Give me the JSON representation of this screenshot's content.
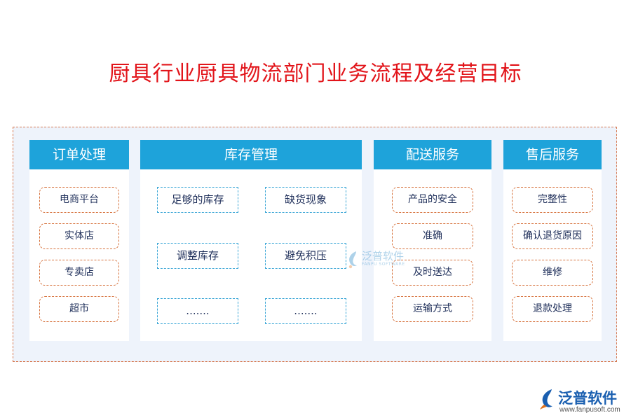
{
  "title": "厨具行业厨具物流部门业务流程及经营目标",
  "panels": [
    {
      "header": "订单处理",
      "items": [
        "电商平台",
        "实体店",
        "专卖店",
        "超市"
      ]
    },
    {
      "header": "库存管理",
      "items": [
        "足够的库存",
        "缺货现象",
        "调整库存",
        "避免积压",
        ".......",
        "......."
      ]
    },
    {
      "header": "配送服务",
      "items": [
        "产品的安全",
        "准确",
        "及时送达",
        "运输方式"
      ]
    },
    {
      "header": "售后服务",
      "items": [
        "完整性",
        "确认退货原因",
        "维修",
        "退款处理"
      ]
    }
  ],
  "watermark": {
    "name": "泛普软件",
    "sub": "FANPU SOFTWARE"
  },
  "logo": {
    "name": "泛普软件",
    "url": "www.fanpusoft.com"
  },
  "colors": {
    "title": "#e2141a",
    "header_bg": "#1ea3da",
    "orange_border": "#d6703a",
    "blue_border": "#3aa6d6",
    "panel_area_bg": "#eef3fb"
  }
}
